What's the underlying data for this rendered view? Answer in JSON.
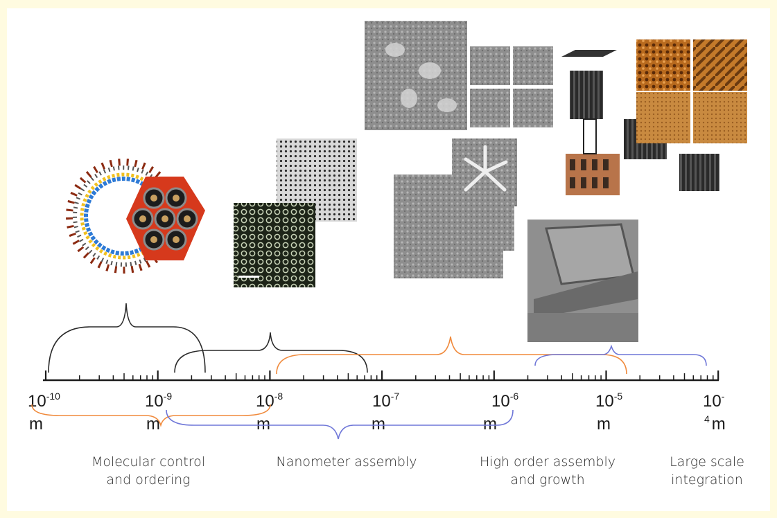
{
  "axis": {
    "unit": "m",
    "ticks": [
      {
        "base": "10",
        "exp": "-10",
        "unit": "m"
      },
      {
        "base": "10",
        "exp": "-9",
        "unit": "m"
      },
      {
        "base": "10",
        "exp": "-8",
        "unit": "m"
      },
      {
        "base": "10",
        "exp": "-7",
        "unit": "m"
      },
      {
        "base": "10",
        "exp": "-6",
        "unit": "m"
      },
      {
        "base": "10",
        "exp": "-5",
        "unit": "m"
      },
      {
        "base": "10",
        "exp": "-",
        "unit": "m",
        "unit_exp": "4"
      }
    ]
  },
  "captions": [
    {
      "line1": "Molecular control",
      "line2": "and ordering"
    },
    {
      "line1": "Nanometer assembly",
      "line2": ""
    },
    {
      "line1": "High order assembly",
      "line2": "and growth"
    },
    {
      "line1": "Large scale",
      "line2": "integration"
    }
  ],
  "images": [
    {
      "name": "micelle-hexagonal-illustration"
    },
    {
      "name": "mesoporous-tem-micrographs"
    },
    {
      "name": "sem-crystal-clusters"
    },
    {
      "name": "sem-flower-crystals"
    },
    {
      "name": "nanowire-array-illustrations"
    },
    {
      "name": "sem-membrane-device"
    }
  ],
  "colors": {
    "background_frame": "#fffbe0",
    "bracket_black": "#2a2a2a",
    "bracket_orange": "#f08a3c",
    "bracket_blue": "#6f77d8"
  }
}
